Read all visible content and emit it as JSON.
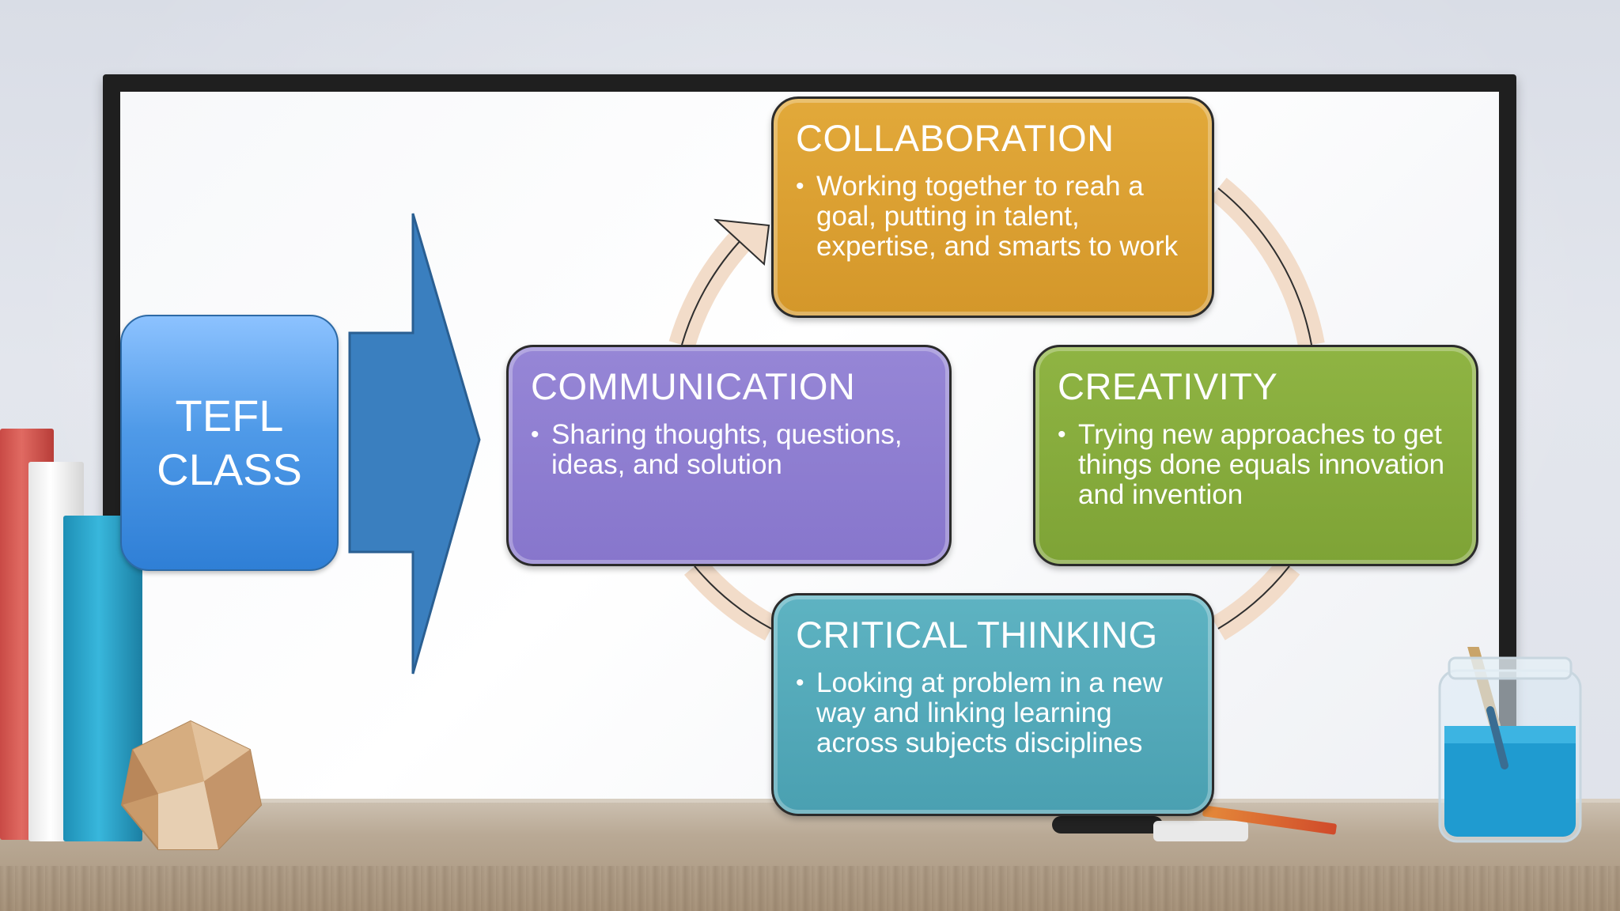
{
  "diagram": {
    "source_box": {
      "label": "TEFL\nCLASS"
    },
    "cycle": [
      {
        "id": "collaboration",
        "title": "COLLABORATION",
        "bullet": "Working together to reah a goal, putting in talent, expertise, and smarts to work",
        "color": "#D89C2E"
      },
      {
        "id": "creativity",
        "title": "CREATIVITY",
        "bullet": "Trying new approaches to get things done equals innovation and invention",
        "color": "#84A93A"
      },
      {
        "id": "critical_thinking",
        "title": "CRITICAL THINKING",
        "bullet": "Looking at problem in a new way and linking learning across subjects disciplines",
        "color": "#52A7B7"
      },
      {
        "id": "communication",
        "title": "COMMUNICATION",
        "bullet": "Sharing thoughts, questions, ideas, and solution",
        "color": "#8C7CD0"
      }
    ],
    "colors": {
      "source_box": "#4F9AE8",
      "big_arrow": "#3A7FBF",
      "cycle_ring": "#F2DCC9",
      "board_frame": "#1F1F1F"
    }
  }
}
